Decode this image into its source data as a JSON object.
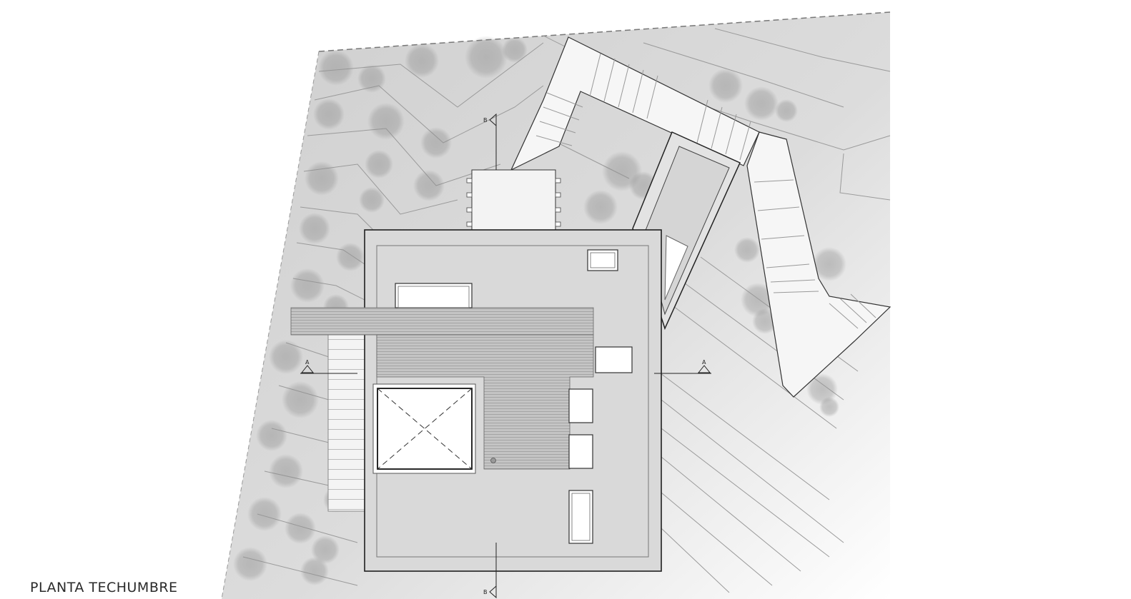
{
  "drawing": {
    "title": "PLANTA TECHUMBRE",
    "section_markers": {
      "top": "B",
      "bottom": "B",
      "left": "A",
      "right": "A"
    },
    "colors": {
      "site": "#d6d6d6",
      "roof": "#d9d9d9",
      "deck": "#bdbdbd",
      "outline": "#1f1f1f",
      "tree": "#8a8a8a",
      "background": "#ffffff"
    }
  }
}
